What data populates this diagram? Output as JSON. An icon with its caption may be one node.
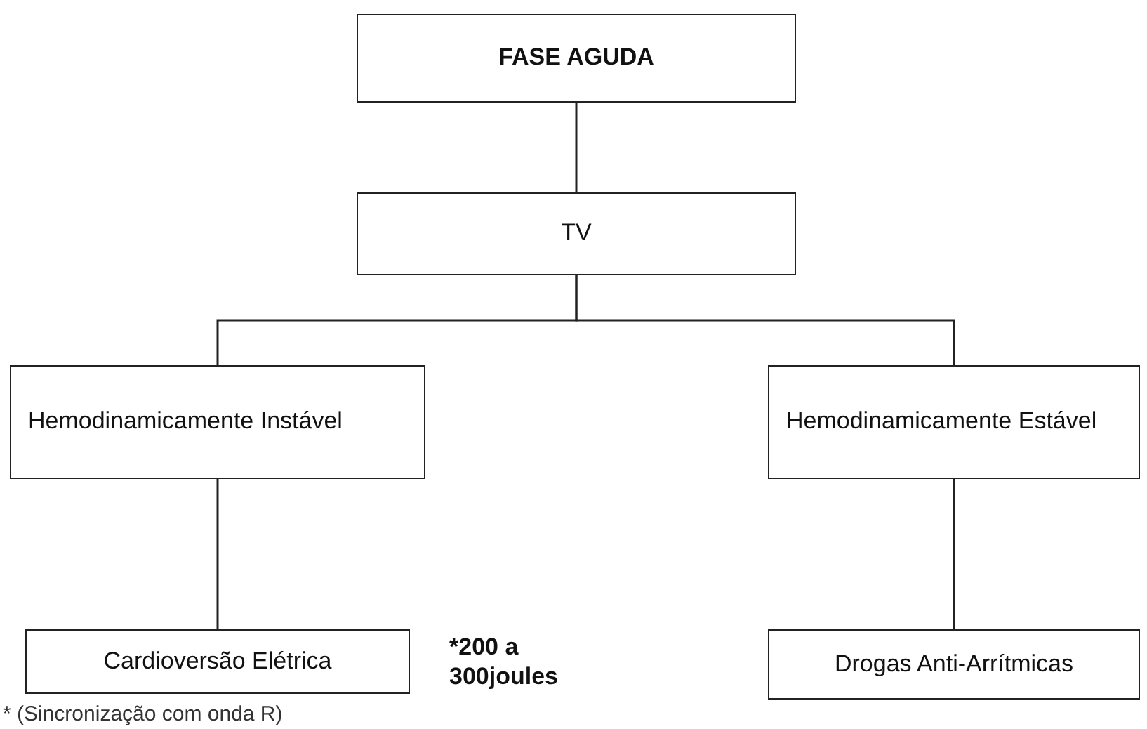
{
  "diagram": {
    "nodes": [
      {
        "text": [
          "FASE AGUDA"
        ]
      },
      {
        "text": [
          "TV"
        ]
      },
      {
        "text": [
          "Hemodinamicamente Instável"
        ]
      },
      {
        "text": [
          "Hemodinamicamente Estável"
        ]
      },
      {
        "text": [
          "Cardioversão Elétrica"
        ],
        "beside": [
          "*200 a 300joules"
        ]
      },
      {
        "text": [
          "Drogas Anti-Arrítmicas"
        ]
      }
    ],
    "edges": [
      {
        "from": 0,
        "to": 1,
        "arrow": "none"
      },
      {
        "from": 1,
        "to": 2,
        "arrow": "none"
      },
      {
        "from": 1,
        "to": 3,
        "arrow": "none"
      },
      {
        "from": 2,
        "to": 4,
        "arrow": "none"
      },
      {
        "from": 3,
        "to": 5,
        "arrow": "none"
      }
    ],
    "labels": [
      "* (Sincronização com onda R)"
    ]
  }
}
